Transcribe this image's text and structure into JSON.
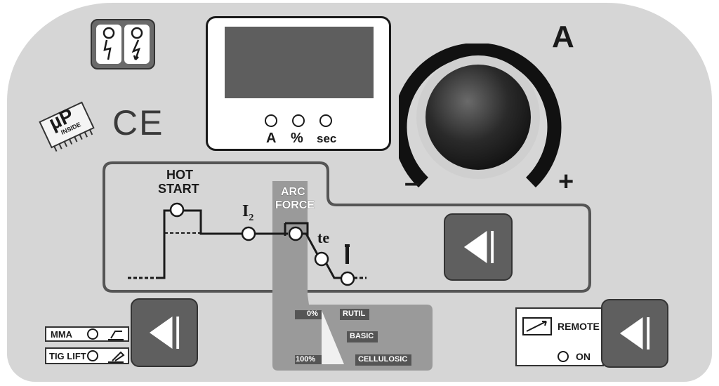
{
  "display": {
    "units": [
      "A",
      "%",
      "sec"
    ]
  },
  "knob": {
    "unit_label": "A",
    "min_label": "–",
    "max_label": "+"
  },
  "badges": {
    "up_inside_top": "µP",
    "up_inside_bottom": "INSIDE",
    "ce_mark": "CE"
  },
  "waveform": {
    "hot_start_line1": "HOT",
    "hot_start_line2": "START",
    "i2_label": "I",
    "i2_sub": "2",
    "arc_force_line1": "ARC",
    "arc_force_line2": "FORCE",
    "te_label": "te"
  },
  "electrode": {
    "top_percent": "0%",
    "bottom_percent": "100%",
    "types": [
      "RUTIL",
      "BASIC",
      "CELLULOSIC"
    ]
  },
  "modes": {
    "mma": "MMA",
    "tig_lift": "TIG LIFT"
  },
  "remote": {
    "label": "REMOTE",
    "on_label": "ON"
  },
  "colors": {
    "panel": "#d6d6d6",
    "button": "#5f5f5f",
    "screen": "#5e5e5e",
    "arc_force_zone": "#9a9a9a"
  }
}
